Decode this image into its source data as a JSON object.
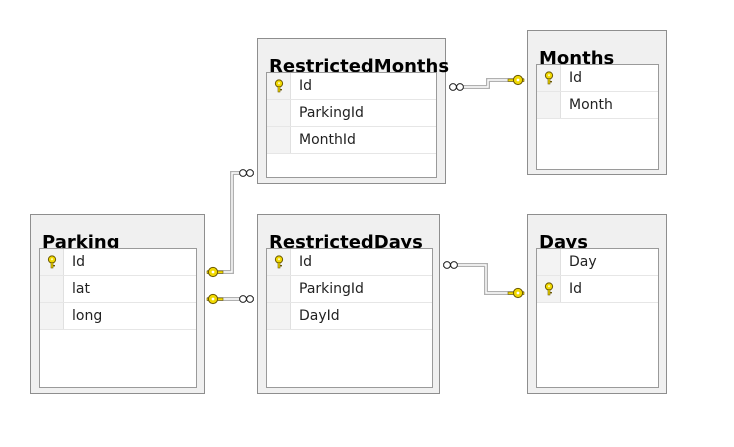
{
  "colors": {
    "key_fill": "#f1d900",
    "key_stroke": "#6b5800",
    "line": "#707070"
  },
  "icons": {
    "primary_key": "key-icon",
    "many_end": "infinity-icon",
    "one_end": "key-icon"
  },
  "tables": [
    {
      "name": "RestrictedMonths",
      "columns": [
        {
          "name": "Id",
          "primary_key": true
        },
        {
          "name": "ParkingId",
          "primary_key": false
        },
        {
          "name": "MonthId",
          "primary_key": false
        }
      ]
    },
    {
      "name": "Months",
      "columns": [
        {
          "name": "Id",
          "primary_key": true
        },
        {
          "name": "Month",
          "primary_key": false
        }
      ]
    },
    {
      "name": "Parking",
      "columns": [
        {
          "name": "Id",
          "primary_key": true
        },
        {
          "name": "lat",
          "primary_key": false
        },
        {
          "name": "long",
          "primary_key": false
        }
      ]
    },
    {
      "name": "RestrictedDays",
      "columns": [
        {
          "name": "Id",
          "primary_key": true
        },
        {
          "name": "ParkingId",
          "primary_key": false
        },
        {
          "name": "DayId",
          "primary_key": false
        }
      ]
    },
    {
      "name": "Days",
      "columns": [
        {
          "name": "Day",
          "primary_key": false
        },
        {
          "name": "Id",
          "primary_key": true
        }
      ]
    }
  ],
  "relationships": [
    {
      "many": "RestrictedMonths",
      "one": "Months"
    },
    {
      "many": "RestrictedMonths",
      "one": "Parking"
    },
    {
      "many": "RestrictedDays",
      "one": "Parking"
    },
    {
      "many": "RestrictedDays",
      "one": "Days"
    }
  ]
}
